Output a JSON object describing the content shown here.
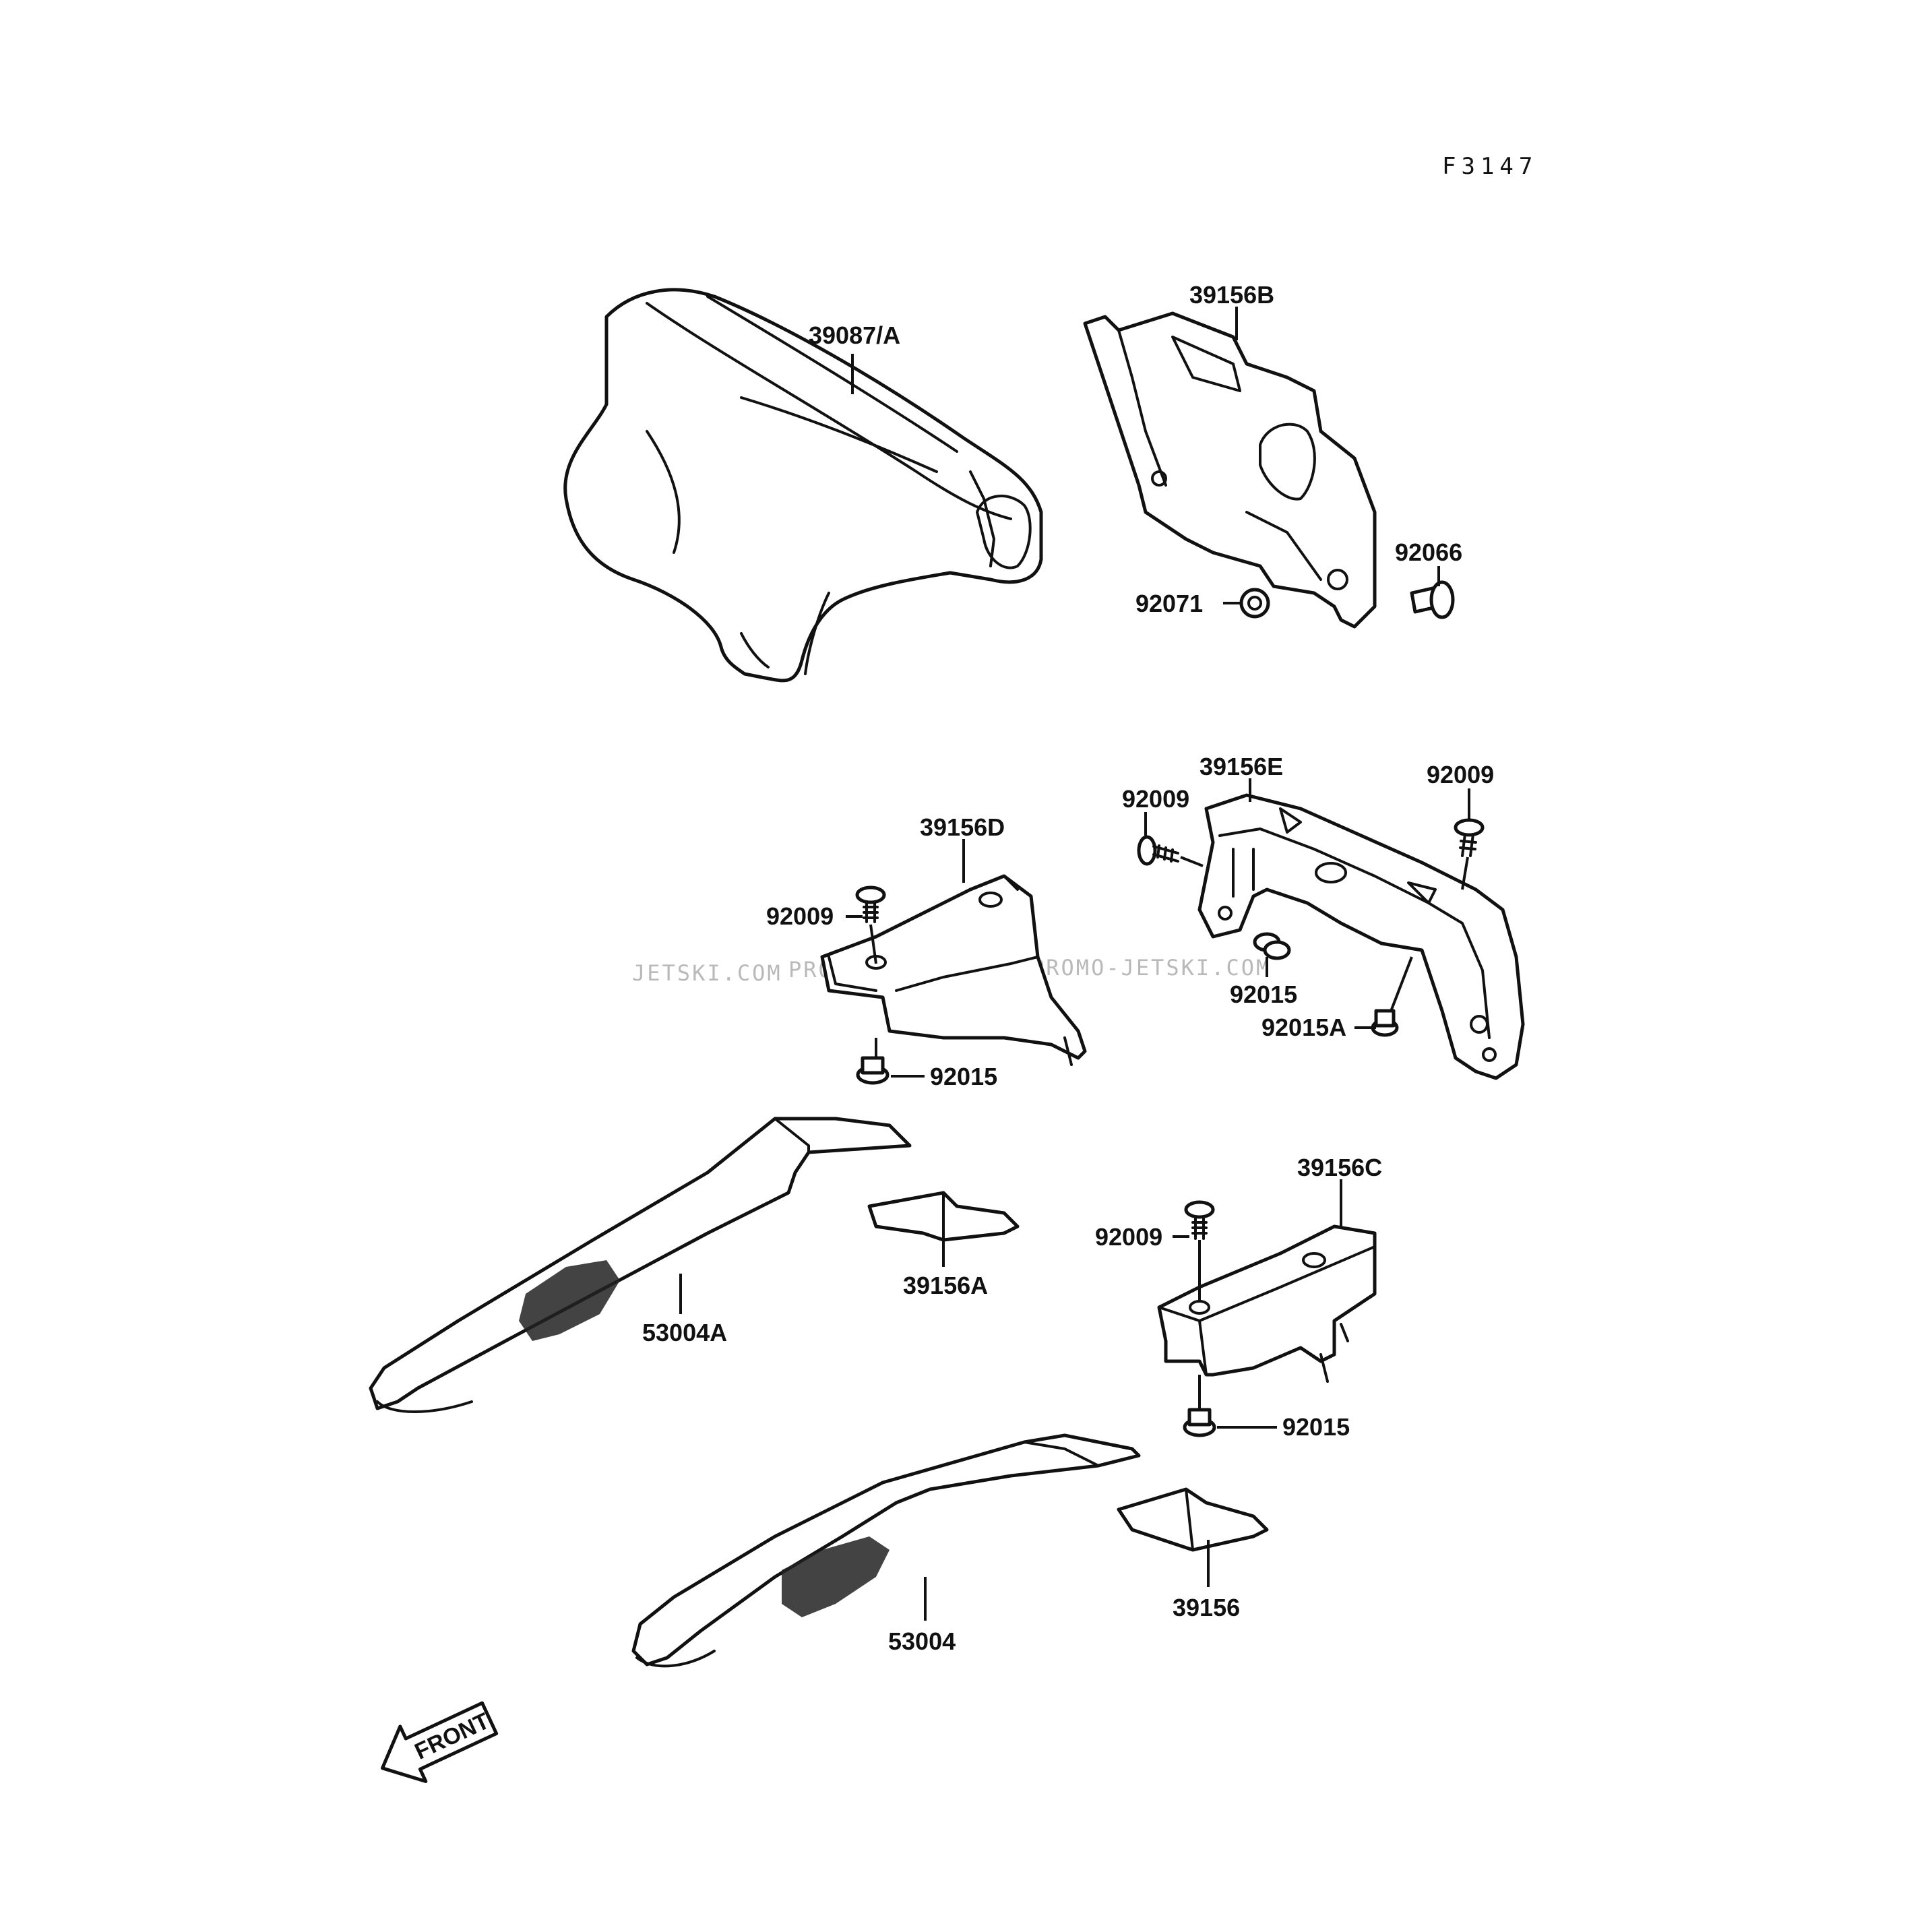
{
  "figure_code": "F3147",
  "watermarks": [
    "JETSKI.COM",
    "PROMO-JETSKI.COM",
    "PROMO-JETSKI.COM"
  ],
  "front_label": "FRONT",
  "labels": {
    "p39087A": "39087/A",
    "p39156B": "39156B",
    "p92066": "92066",
    "p92071": "92071",
    "p39156D": "39156D",
    "p92009_d": "92009",
    "p92015_d": "92015",
    "p39156E": "39156E",
    "p92009_e1": "92009",
    "p92009_e2": "92009",
    "p92015_e": "92015",
    "p92015A": "92015A",
    "p53004A": "53004A",
    "p39156A": "39156A",
    "p39156C": "39156C",
    "p92009_c": "92009",
    "p92015_c": "92015",
    "p53004": "53004",
    "p39156": "39156"
  }
}
